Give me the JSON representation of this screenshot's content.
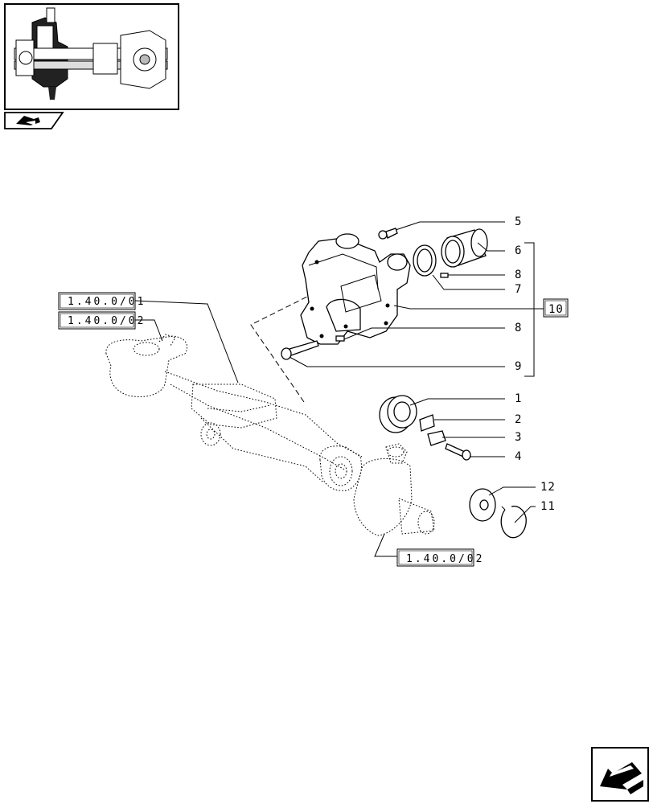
{
  "callouts": {
    "c1": "1",
    "c2": "2",
    "c3": "3",
    "c4": "4",
    "c5": "5",
    "c6": "6",
    "c7": "7",
    "c8a": "8",
    "c8b": "8",
    "c9": "9",
    "c10": "10",
    "c11": "11",
    "c12": "12"
  },
  "refs": {
    "ref_top1": "1.40.0/01",
    "ref_top2": "1.40.0/02",
    "ref_bottom": "1.40.0/02"
  },
  "icons": {
    "thumbnail": "axle-assembly-thumbnail",
    "nav_tab": "book-arrow-icon",
    "corner_nav": "previous-page-arrow-icon"
  }
}
